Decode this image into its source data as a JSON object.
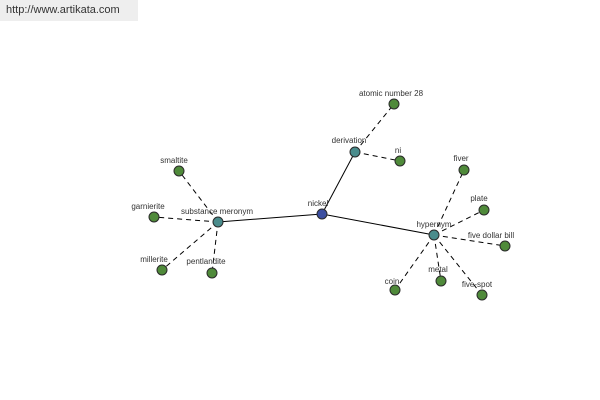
{
  "header": {
    "url": "http://www.artikata.com"
  },
  "colors": {
    "root": "#3b4ea0",
    "relation": "#4a8c8c",
    "leaf": "#4f8a3a",
    "banner_bg": "#eeeeee"
  },
  "graph": {
    "root": {
      "id": "nickel",
      "label": "nickel"
    },
    "relations": [
      {
        "id": "derivation",
        "label": "derivation"
      },
      {
        "id": "substance-meronym",
        "label": "substance meronym"
      },
      {
        "id": "hypernym",
        "label": "hypernym"
      }
    ],
    "leaves": [
      {
        "id": "atomic-number-28",
        "label": "atomic number 28",
        "parent": "derivation"
      },
      {
        "id": "ni",
        "label": "ni",
        "parent": "derivation"
      },
      {
        "id": "smaltite",
        "label": "smaltite",
        "parent": "substance-meronym"
      },
      {
        "id": "garnierite",
        "label": "garnierite",
        "parent": "substance-meronym"
      },
      {
        "id": "millerite",
        "label": "millerite",
        "parent": "substance-meronym"
      },
      {
        "id": "pentlandite",
        "label": "pentlandite",
        "parent": "substance-meronym"
      },
      {
        "id": "fiver",
        "label": "fiver",
        "parent": "hypernym"
      },
      {
        "id": "plate",
        "label": "plate",
        "parent": "hypernym"
      },
      {
        "id": "five-dollar-bill",
        "label": "five dollar bill",
        "parent": "hypernym"
      },
      {
        "id": "five-spot",
        "label": "five-spot",
        "parent": "hypernym"
      },
      {
        "id": "metal",
        "label": "metal",
        "parent": "hypernym"
      },
      {
        "id": "coin",
        "label": "coin",
        "parent": "hypernym"
      }
    ]
  }
}
